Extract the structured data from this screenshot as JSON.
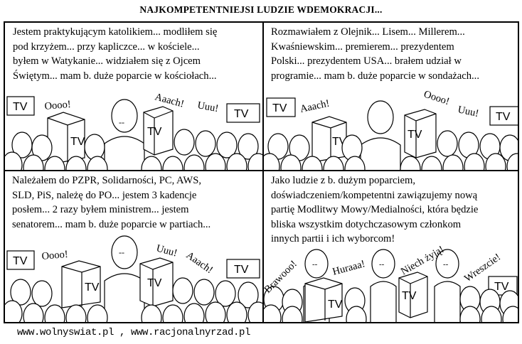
{
  "title": "NAJKOMPETENTNIEJSI LUDZIE WDEMOKRACJI...",
  "panels": [
    {
      "caption": [
        "Jestem praktykującym katolikiem... modliłem się",
        "pod krzyżem... przy kapliczce... w kościele...",
        "byłem w Watykanie... widziałem się z Ojcem",
        "Świętym... mam b. duże poparcie w kościołach..."
      ],
      "shouts": [
        "Oooo!",
        "Aaach!",
        "Uuu!"
      ],
      "tv_label": "TV",
      "face": "--"
    },
    {
      "caption": [
        "Rozmawiałem z Olejnik... Lisem... Millerem...",
        "Kwaśniewskim... premierem... prezydentem",
        "Polski... prezydentem USA... brałem udział w",
        "programie... mam b. duże poparcie w sondażach..."
      ],
      "shouts": [
        "Aaach!",
        "Oooo!",
        "Uuu!"
      ],
      "tv_label": "TV",
      "face": "--"
    },
    {
      "caption": [
        "Należałem do PZPR, Solidarności, PC, AWS,",
        "SLD, PiS, należę do PO... jestem 3 kadencje",
        "posłem... 2 razy byłem ministrem... jestem",
        "senatorem... mam b. duże poparcie w partiach..."
      ],
      "shouts": [
        "Oooo!",
        "Uuu!",
        "Aaach!"
      ],
      "tv_label": "TV",
      "face": "--"
    },
    {
      "caption": [
        "Jako ludzie z b. dużym poparciem,",
        "doświadczeniem/kompetentni zawiązujemy nową",
        "partię Modlitwy Mowy/Medialności, która będzie",
        "bliska wszystkim dotychczasowym członkom",
        "innych partii i ich wyborcom!"
      ],
      "shouts": [
        "Brawooo!",
        "Huraaa!",
        "Niech żyją!",
        "Wreszcie!"
      ],
      "tv_label": "TV",
      "face": "--"
    }
  ],
  "footer": "www.wolnyswiat.pl , www.racjonalnyrzad.pl"
}
